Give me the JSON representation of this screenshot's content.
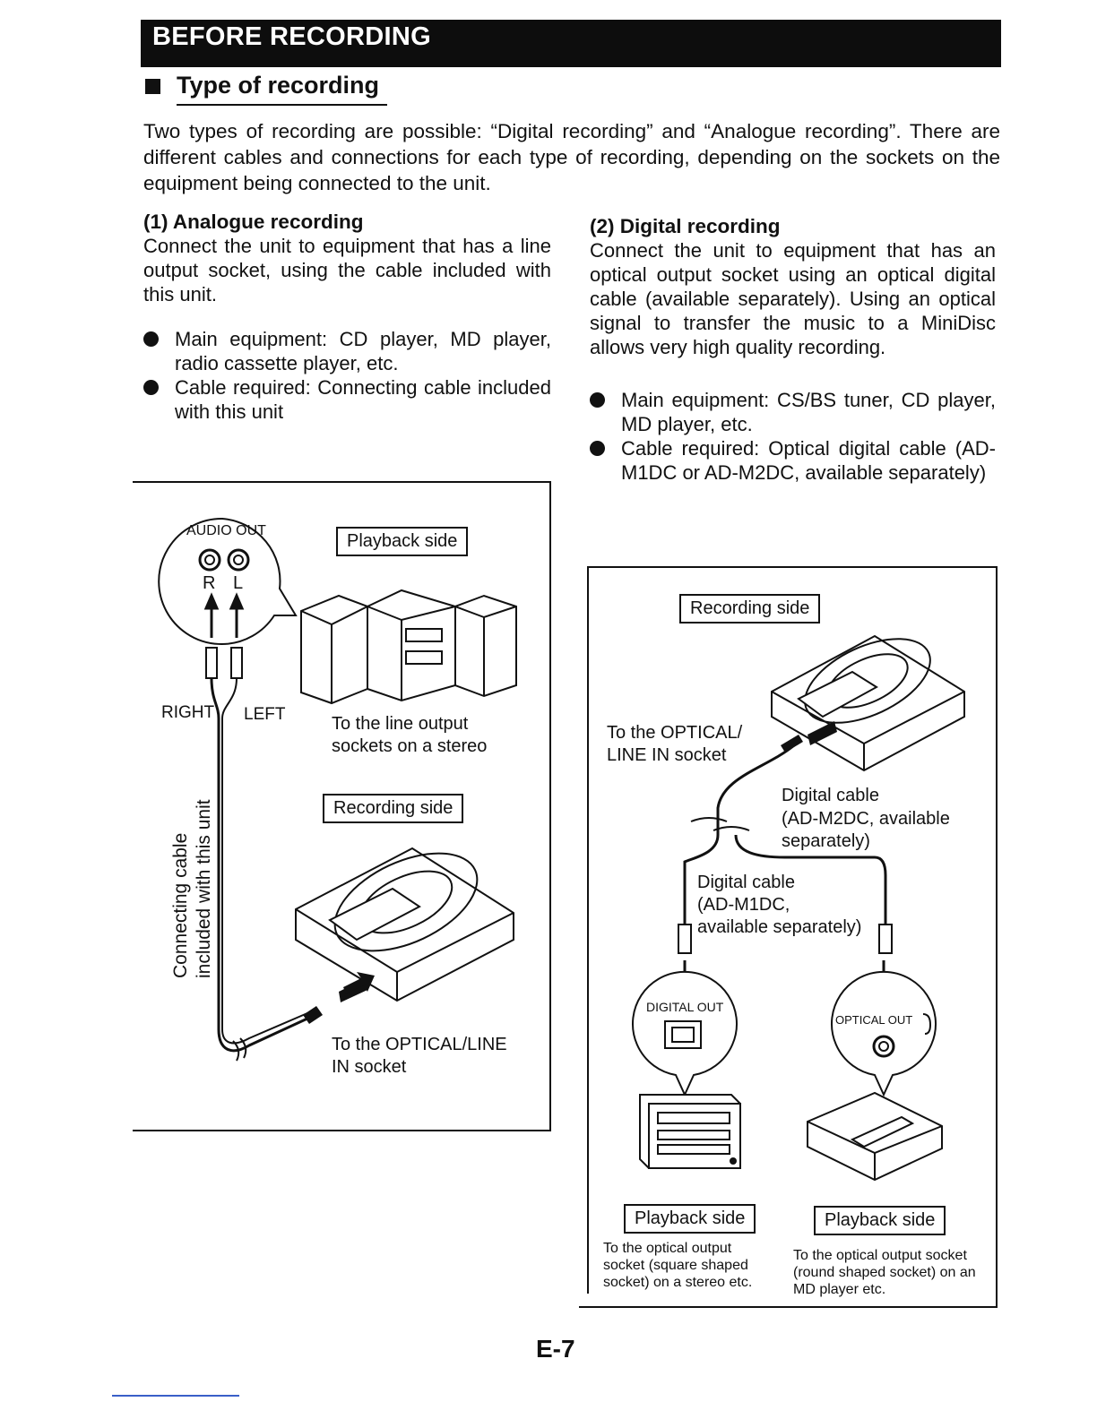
{
  "header": {
    "title": "BEFORE RECORDING"
  },
  "section": {
    "title": "Type of recording"
  },
  "intro": "Two types of recording are possible: “Digital recording” and “Analogue recording”. There are different cables and connections for each type of recording, depending on the sockets on the equipment being connected to the unit.",
  "analogue": {
    "heading": "(1) Analogue recording",
    "text": "Connect the unit to equipment that has a line output socket, using the cable included with this unit.",
    "bullets": [
      "Main equipment: CD player, MD player, radio cassette player, etc.",
      "Cable required: Connecting cable included with this unit"
    ],
    "diagram": {
      "audio_out": "AUDIO OUT",
      "r": "R",
      "l": "L",
      "right": "RIGHT",
      "left": "LEFT",
      "playback_side": "Playback side",
      "line_output_caption": "To the line output sockets on a stereo",
      "recording_side": "Recording side",
      "optical_line_in": "To the OPTICAL/LINE IN socket",
      "cable_label_1": "Connecting cable",
      "cable_label_2": "included with this unit"
    }
  },
  "digital": {
    "heading": "(2) Digital recording",
    "text": "Connect the unit to equipment that has an optical output socket using an optical digital cable (available separately). Using an optical signal to transfer the music to a MiniDisc allows very high quality recording.",
    "bullets": [
      "Main equipment: CS/BS tuner, CD player, MD player, etc.",
      "Cable required: Optical digital cable (AD-M1DC or AD-M2DC, available separately)"
    ],
    "diagram": {
      "recording_side": "Recording side",
      "optical_line_in_1": "To the OPTICAL/",
      "optical_line_in_2": "LINE IN socket",
      "cable_m2dc_1": "Digital cable",
      "cable_m2dc_2": "(AD-M2DC, available",
      "cable_m2dc_3": "separately)",
      "cable_m1dc_1": "Digital cable",
      "cable_m1dc_2": "(AD-M1DC,",
      "cable_m1dc_3": "available separately)",
      "digital_out": "DIGITAL OUT",
      "optical_out": "OPTICAL OUT",
      "playback_side_left": "Playback side",
      "playback_side_right": "Playback side",
      "caption_left": "To the optical output socket (square shaped socket) on a stereo etc.",
      "caption_right": "To the optical output socket (round shaped socket) on an MD player etc."
    }
  },
  "page_number": "E-7"
}
